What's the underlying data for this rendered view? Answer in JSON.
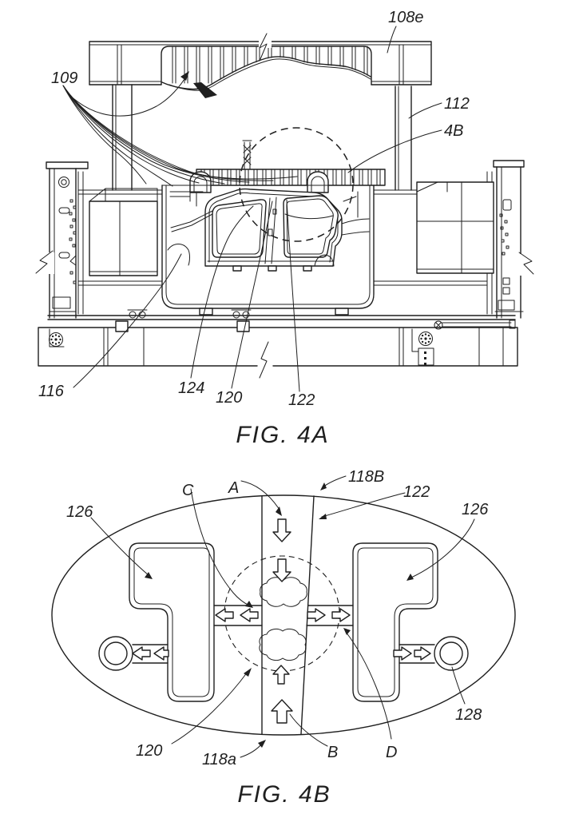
{
  "page": {
    "background": "#ffffff",
    "line_color": "#1f1f1f",
    "description": "Patent drawing sheet with two line-art figures"
  },
  "fig4a": {
    "caption": "FIG.  4A",
    "labels": {
      "l108e": "108e",
      "l109": "109",
      "l112": "112",
      "l4b": "4B",
      "l116": "116",
      "l124": "124",
      "l120": "120",
      "l122": "122"
    }
  },
  "fig4b": {
    "caption": "FIG.  4B",
    "labels": {
      "l118b": "118B",
      "l122": "122",
      "l126l": "126",
      "l126r": "126",
      "l128": "128",
      "l120": "120",
      "l118a": "118a",
      "la": "A",
      "lb": "B",
      "lc": "C",
      "ld": "D"
    }
  }
}
